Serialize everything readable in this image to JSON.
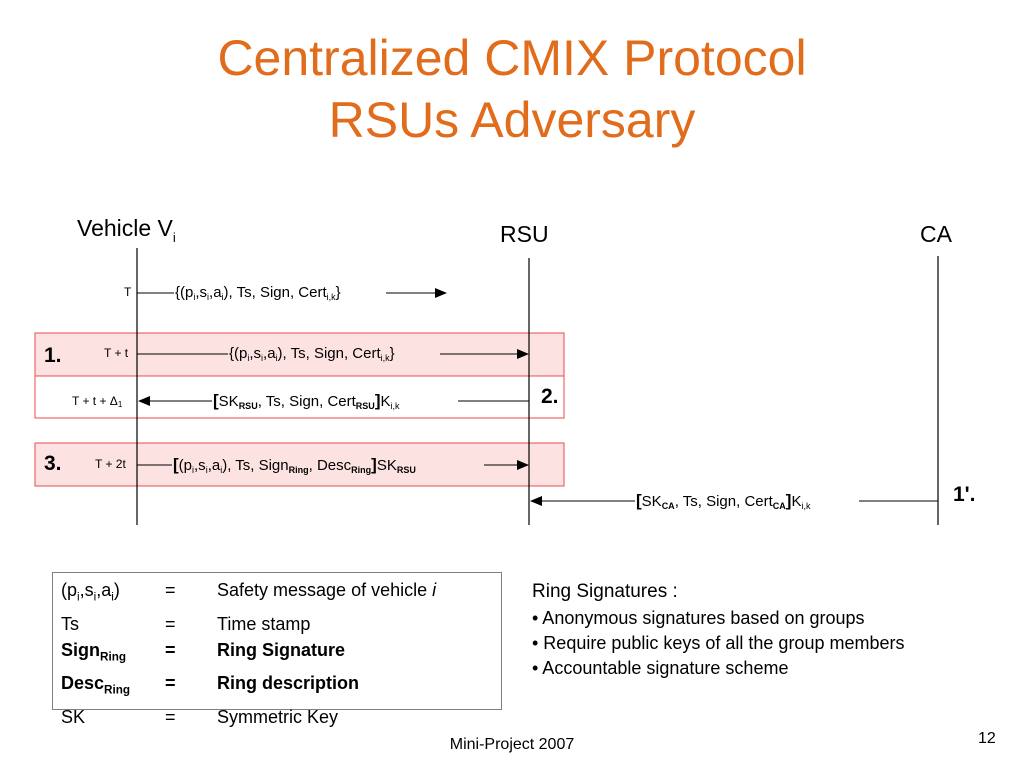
{
  "title": {
    "line1": "Centralized CMIX Protocol",
    "line2": "RSUs Adversary"
  },
  "diagram": {
    "actors": {
      "vehicle": "Vehicle V",
      "vehicle_sub": "i",
      "rsu": "RSU",
      "ca": "CA"
    },
    "steps": {
      "s1": "1.",
      "s2": "2.",
      "s3": "3.",
      "s1p": "1'."
    },
    "times": {
      "t0": "T",
      "t1": "T + t",
      "t2": "T + t + Δ",
      "t2_sub": "1",
      "t3": "T + 2t"
    },
    "messages": {
      "m0": "{(p, s, a ), Ts, Sign, Cert }",
      "m1": "{(p, s, a ), Ts, Sign, Cert }",
      "m2": "[SK , Ts, Sign, Cert ]K",
      "m3": "[(p, s, a ), Ts, Sign , Desc ]SK",
      "m4": "[SK , Ts, Sign, Cert ]K"
    },
    "colors": {
      "highlight_border": "#e84c4c",
      "highlight_fill": "#fde2e2",
      "title": "#e06c1c"
    }
  },
  "legend": {
    "rows": [
      {
        "sym": "(pi,si,ai)",
        "eq": "=",
        "desc": "Safety message of vehicle i"
      },
      {
        "sym": "Ts",
        "eq": "=",
        "desc": "Time stamp"
      },
      {
        "sym": "SignRing",
        "eq": "=",
        "desc": "Ring Signature"
      },
      {
        "sym": "DescRing",
        "eq": "=",
        "desc": "Ring description"
      },
      {
        "sym": "SK",
        "eq": "=",
        "desc": "Symmetric Key"
      }
    ]
  },
  "ring": {
    "heading": "Ring Signatures :",
    "bullets": [
      "• Anonymous signatures based on groups",
      "• Require public keys of all the group members",
      "• Accountable signature scheme"
    ]
  },
  "footer": "Mini-Project 2007",
  "page_number": "12"
}
